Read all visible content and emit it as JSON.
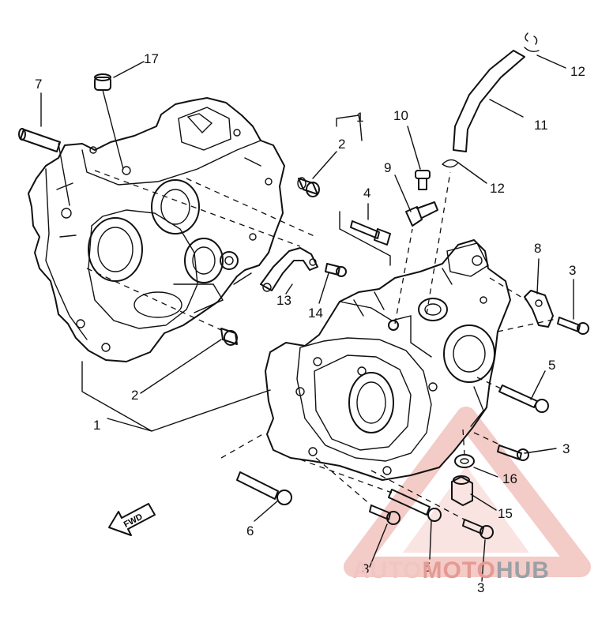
{
  "callouts": [
    "1",
    "1",
    "1",
    "2",
    "2",
    "3",
    "3",
    "3",
    "3",
    "4",
    "5",
    "5",
    "5",
    "6",
    "7",
    "8",
    "9",
    "10",
    "11",
    "12",
    "12",
    "13",
    "14",
    "15",
    "16",
    "17"
  ],
  "fwd_label": "FWD",
  "watermark": {
    "part1": "AUTO",
    "part2": "MOTO",
    "part3": "HUB",
    "color_light": "#f1c6c2",
    "color_mid": "#e59a94",
    "color_dark": "#9aa0a6"
  }
}
